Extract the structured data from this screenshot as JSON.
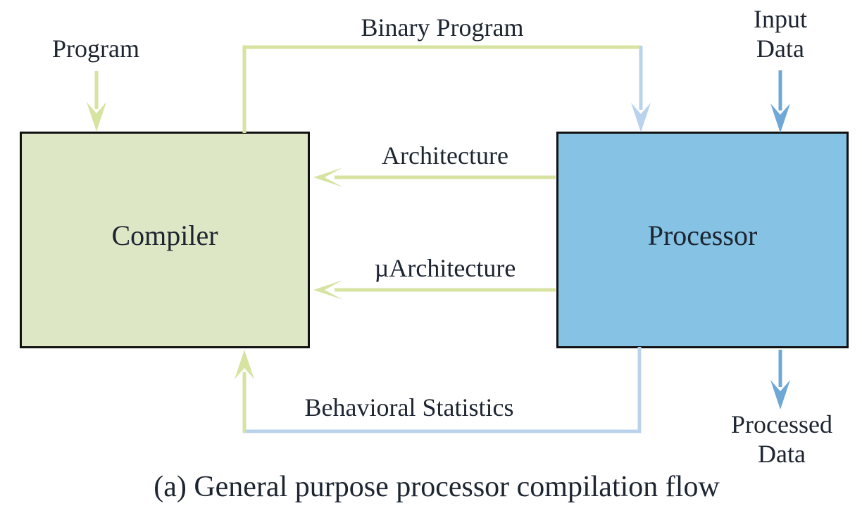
{
  "colors": {
    "green": "#d7e3a1",
    "light_blue": "#b9d3ec",
    "blue": "#6fa7d6",
    "compiler_fill": "#dde7c5",
    "processor_fill": "#85c2e4",
    "box_border": "#111111",
    "text": "#1d2531",
    "background": "#ffffff"
  },
  "diagram": {
    "caption": "(a) General purpose processor compilation flow",
    "nodes": {
      "compiler": {
        "label": "Compiler"
      },
      "processor": {
        "label": "Processor"
      }
    },
    "edges": {
      "program": {
        "label": "Program",
        "from": "external",
        "to": "compiler"
      },
      "binary_program": {
        "label": "Binary Program",
        "from": "compiler",
        "to": "processor"
      },
      "input_data": {
        "lines": [
          "Input",
          "Data"
        ],
        "from": "external",
        "to": "processor"
      },
      "architecture": {
        "label": "Architecture",
        "from": "processor",
        "to": "compiler"
      },
      "uarchitecture": {
        "label": "µArchitecture",
        "from": "processor",
        "to": "compiler"
      },
      "behavioral_statistics": {
        "label": "Behavioral Statistics",
        "from": "processor",
        "to": "compiler"
      },
      "processed_data": {
        "lines": [
          "Processed",
          "Data"
        ],
        "from": "processor",
        "to": "external"
      }
    }
  }
}
